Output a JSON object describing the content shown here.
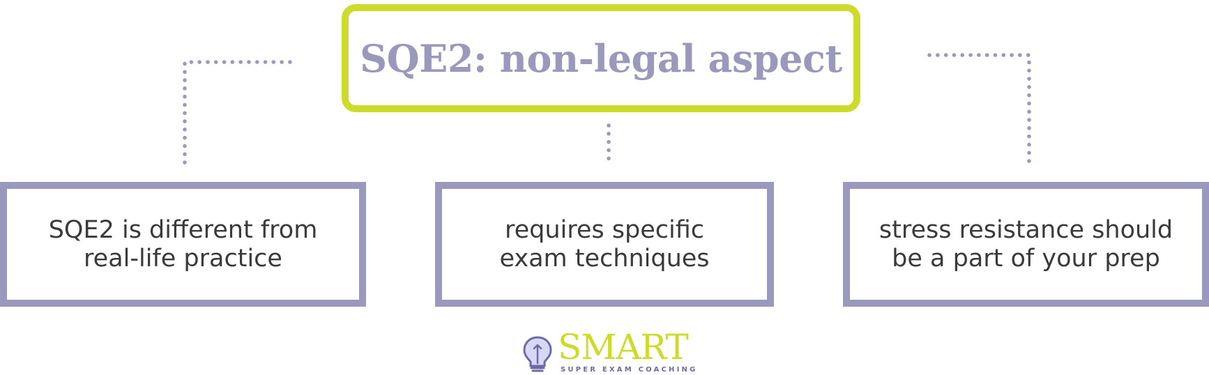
{
  "title": "SQE2: non-legal aspect",
  "items": [
    {
      "line1": "SQE2 is different from",
      "line2": "real-life practice"
    },
    {
      "line1": "requires specific",
      "line2": "exam techniques"
    },
    {
      "line1": "stress resistance should",
      "line2": "be a part of your prep"
    }
  ],
  "logo": {
    "word": "SMART",
    "tagline": "SUPER EXAM COACHING",
    "icon": "lightbulb-icon"
  },
  "colors": {
    "accent_green": "#cddc2b",
    "box_purple": "#9a98bd",
    "text_dark": "#3a3a3a",
    "dotted_line": "#9a98bd"
  }
}
